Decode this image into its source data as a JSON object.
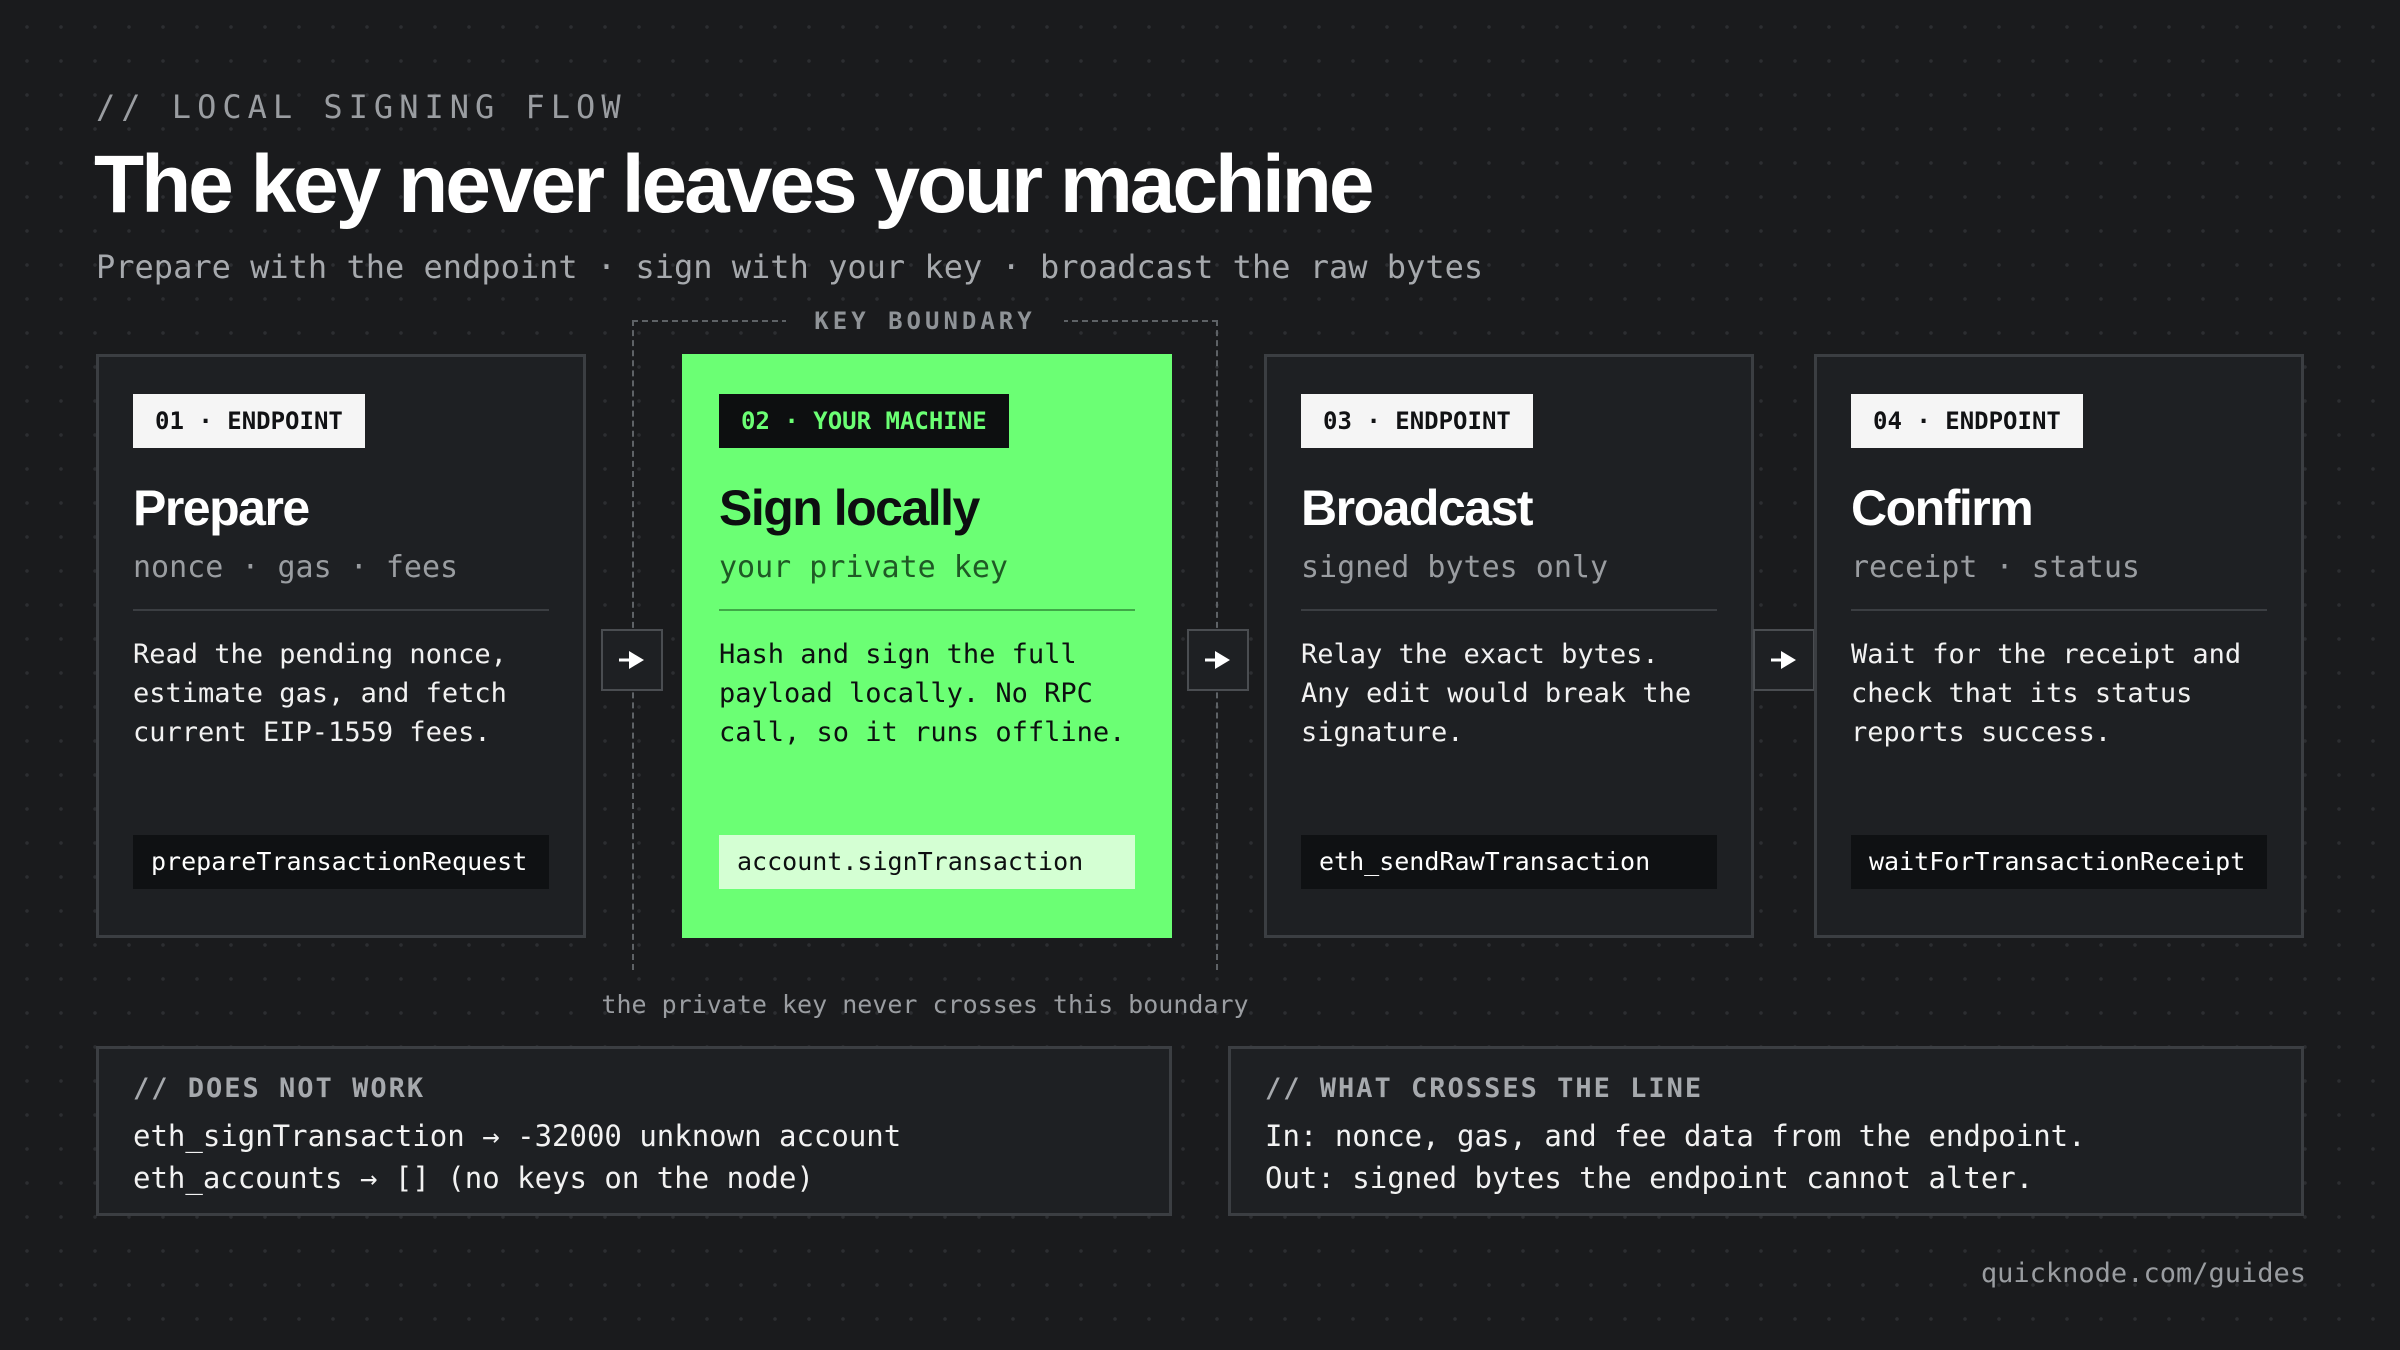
{
  "header": {
    "eyebrow": "// LOCAL SIGNING FLOW",
    "title": "The key never leaves your machine",
    "subtitle": "Prepare with the endpoint · sign with your key · broadcast the raw bytes"
  },
  "boundary": {
    "label": "KEY BOUNDARY",
    "caption": "the private key never crosses this boundary"
  },
  "steps": [
    {
      "tag": "01 · ENDPOINT",
      "title": "Prepare",
      "subtitle": "nonce · gas · fees",
      "body": "Read the pending nonce,\nestimate gas, and fetch\ncurrent EIP-1559 fees.",
      "code": "prepareTransactionRequest"
    },
    {
      "tag": "02 · YOUR MACHINE",
      "title": "Sign locally",
      "subtitle": "your private key",
      "body": "Hash and sign the full\npayload locally. No RPC\ncall, so it runs offline.",
      "code": "account.signTransaction"
    },
    {
      "tag": "03 · ENDPOINT",
      "title": "Broadcast",
      "subtitle": "signed bytes only",
      "body": "Relay the exact bytes.\nAny edit would break the\nsignature.",
      "code": "eth_sendRawTransaction"
    },
    {
      "tag": "04 · ENDPOINT",
      "title": "Confirm",
      "subtitle": "receipt · status",
      "body": "Wait for the receipt and\ncheck that its status\nreports success.",
      "code": "waitForTransactionReceipt"
    }
  ],
  "panels": {
    "does_not_work": {
      "title": "// DOES NOT WORK",
      "lines": [
        "eth_signTransaction → -32000 unknown account",
        "eth_accounts → [] (no keys on the node)"
      ]
    },
    "crosses_line": {
      "title": "// WHAT CROSSES THE LINE",
      "lines": [
        "In: nonce, gas, and fee data from the endpoint.",
        "Out: signed bytes the endpoint cannot alter."
      ]
    }
  },
  "footer": "quicknode.com/guides",
  "colors": {
    "background": "#1a1b1d",
    "card": "#1e2023",
    "accent": "#6bff74",
    "border": "#3b3e42"
  },
  "icons": [
    "arrow-right-icon"
  ]
}
